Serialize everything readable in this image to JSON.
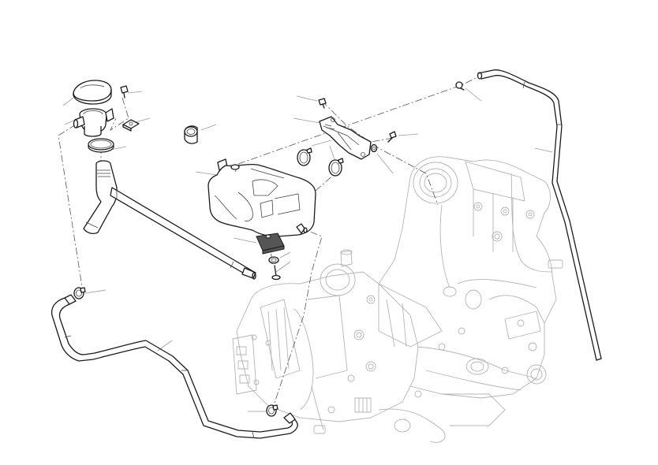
{
  "diagram": {
    "type": "exploded-parts-view",
    "subject": "engine cooling system expansion tank and hoses",
    "text_labels": [],
    "parts": [
      {
        "id": "radiator-cap"
      },
      {
        "id": "filler-neck"
      },
      {
        "id": "filler-neck-screw"
      },
      {
        "id": "clip-nut"
      },
      {
        "id": "hose-clamp-filler"
      },
      {
        "id": "filler-elbow-pipe"
      },
      {
        "id": "tank-cap-ring"
      },
      {
        "id": "expansion-tank"
      },
      {
        "id": "rubber-mount"
      },
      {
        "id": "washer"
      },
      {
        "id": "mount-screw"
      },
      {
        "id": "bracket-screw-top"
      },
      {
        "id": "mounting-bracket"
      },
      {
        "id": "hose-clamp-a"
      },
      {
        "id": "hose-clamp-b"
      },
      {
        "id": "bracket-screw-side"
      },
      {
        "id": "spacer"
      },
      {
        "id": "small-clip-top"
      },
      {
        "id": "breather-hose-right"
      },
      {
        "id": "hose-clamp-left"
      },
      {
        "id": "lower-hose"
      },
      {
        "id": "hose-clamp-bottom"
      },
      {
        "id": "engine-assembly"
      }
    ]
  }
}
